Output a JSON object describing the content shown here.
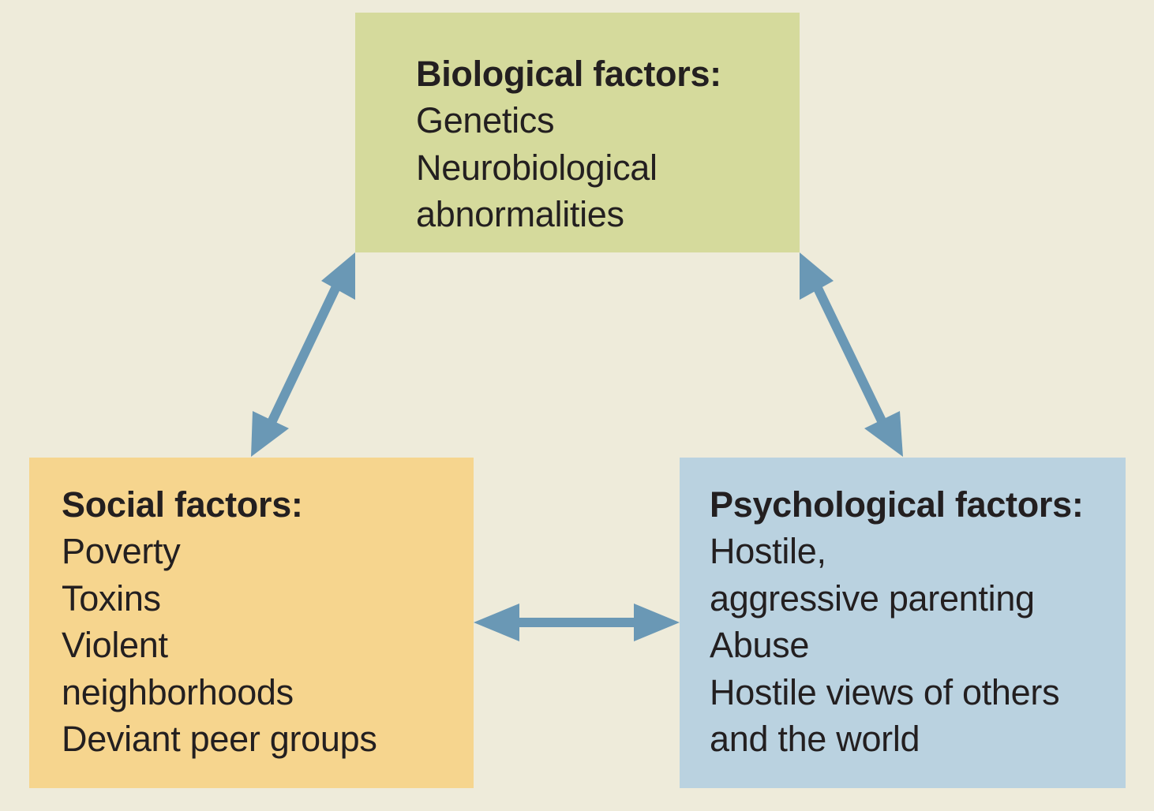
{
  "colors": {
    "background": "#eeebda",
    "biological_box": "#d5da9c",
    "social_box": "#f6d58e",
    "psychological_box": "#bad2e0",
    "arrow": "#6a98b5",
    "text": "#231f20"
  },
  "boxes": {
    "biological": {
      "title": "Biological factors:",
      "lines": [
        "Genetics",
        "Neurobiological",
        "abnormalities"
      ]
    },
    "social": {
      "title": "Social factors:",
      "lines": [
        "Poverty",
        "Toxins",
        "Violent",
        "neighborhoods",
        "Deviant peer groups"
      ]
    },
    "psychological": {
      "title": "Psychological factors:",
      "lines": [
        "Hostile,",
        "aggressive parenting",
        "Abuse",
        "Hostile views of others",
        "and the world"
      ]
    }
  },
  "arrows": [
    {
      "from": "biological",
      "to": "social",
      "bidirectional": true
    },
    {
      "from": "biological",
      "to": "psychological",
      "bidirectional": true
    },
    {
      "from": "social",
      "to": "psychological",
      "bidirectional": true
    }
  ]
}
